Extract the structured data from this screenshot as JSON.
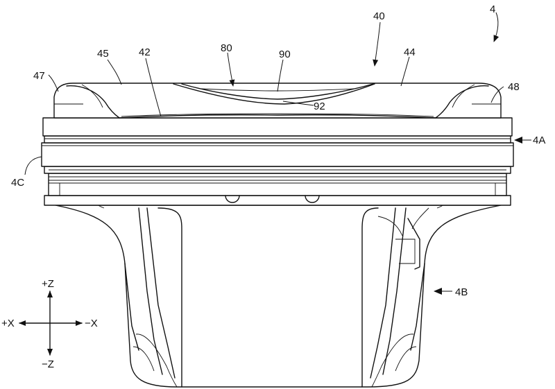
{
  "figure": {
    "labels": {
      "ref_4": "4",
      "ref_40": "40",
      "ref_80": "80",
      "ref_90": "90",
      "ref_45": "45",
      "ref_42": "42",
      "ref_44": "44",
      "ref_47": "47",
      "ref_48": "48",
      "ref_92": "92",
      "ref_4A": "4A",
      "ref_4C": "4C",
      "ref_4B": "4B"
    },
    "axes": {
      "plus_z": "+Z",
      "minus_z": "−Z",
      "plus_x": "+X",
      "minus_x": "−X"
    }
  }
}
